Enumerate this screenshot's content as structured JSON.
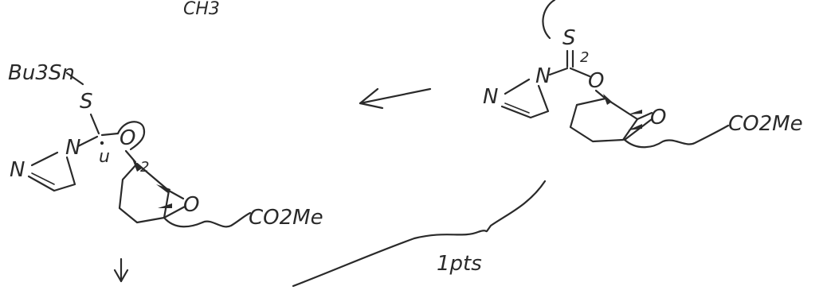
{
  "top_fragment": {
    "text": "CH3"
  },
  "reactant": {
    "atoms": {
      "S": "S",
      "N1": "N",
      "N2": "N",
      "O_link": "O",
      "O_epox": "O"
    },
    "locant": "2",
    "ester": "CO2Me"
  },
  "product": {
    "stannyl": "Bu3Sn",
    "atoms": {
      "S": "S",
      "N1": "N",
      "N2": "N",
      "O_link": "O",
      "O_epox": "O"
    },
    "locant": "2",
    "dot_label": "u",
    "ester": "CO2Me"
  },
  "annotation": {
    "points": "1pts"
  }
}
